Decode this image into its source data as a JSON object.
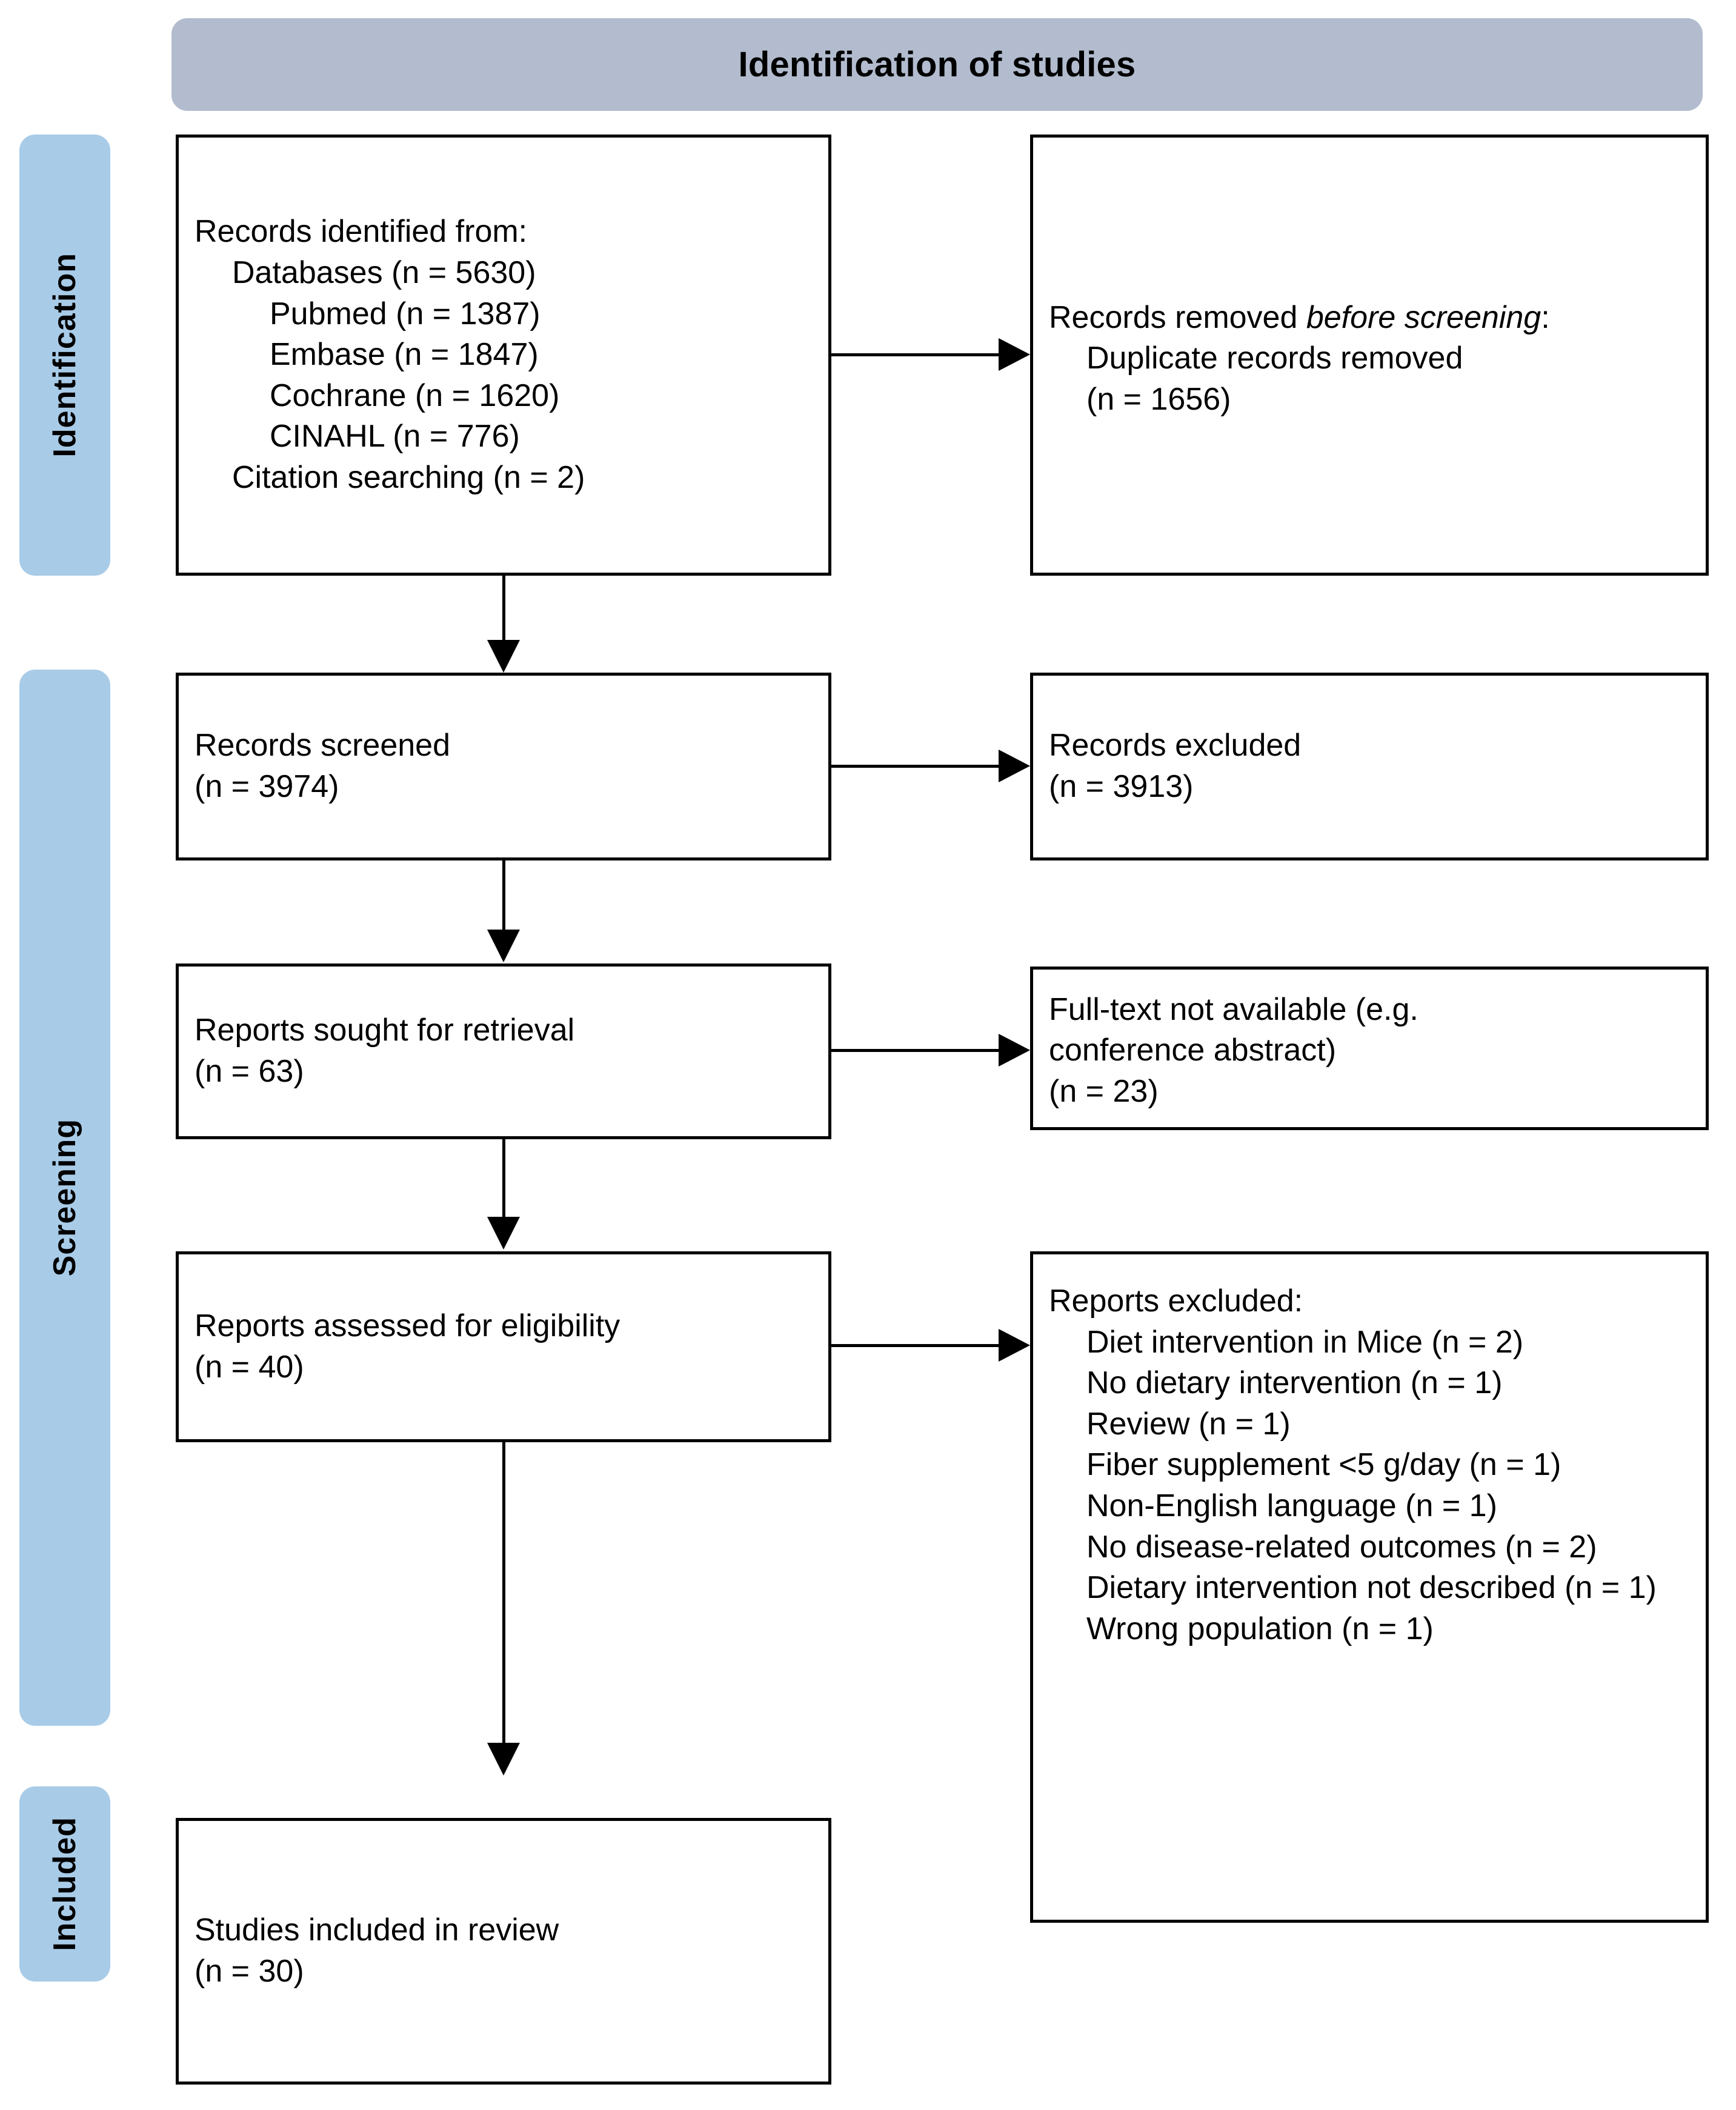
{
  "banner": {
    "title": "Identification of studies"
  },
  "rails": [
    {
      "id": "identification",
      "label": "Identification"
    },
    {
      "id": "screening",
      "label": "Screening"
    },
    {
      "id": "included",
      "label": "Included"
    }
  ],
  "boxes": {
    "identified": {
      "l0": "Records identified from:",
      "l1": "Databases (n = 5630)",
      "l2": "Pubmed (n = 1387)",
      "l3": "Embase (n = 1847)",
      "l4": "Cochrane (n = 1620)",
      "l5": "CINAHL (n = 776)",
      "l6": "Citation searching (n = 2)"
    },
    "removed": {
      "l0a": "Records removed ",
      "l0b": "before screening",
      "l0c": ":",
      "l1": "Duplicate records removed",
      "l2": "(n = 1656)"
    },
    "screened": {
      "l0": "Records screened",
      "l1": "(n = 3974)"
    },
    "excluded": {
      "l0": "Records excluded",
      "l1": "(n = 3913)"
    },
    "sought": {
      "l0": "Reports sought for retrieval",
      "l1": "(n = 63)"
    },
    "fulltext": {
      "l0": "Full-text not available (e.g.",
      "l1": "conference abstract)",
      "l2": "(n = 23)"
    },
    "assessed": {
      "l0": "Reports assessed for eligibility",
      "l1": "(n = 40)"
    },
    "reports_excluded": {
      "l0": "Reports excluded:",
      "l1": "Diet intervention in Mice (n = 2)",
      "l2": "No dietary intervention (n = 1)",
      "l3": "Review (n = 1)",
      "l4": "Fiber supplement <5 g/day (n = 1)",
      "l5": "Non-English language (n = 1)",
      "l6": "No disease-related outcomes (n = 2)",
      "l7": "Dietary intervention not described (n = 1)",
      "l8": "Wrong population (n = 1)"
    },
    "included": {
      "l0": "Studies included in review",
      "l1": "(n = 30)"
    }
  },
  "colors": {
    "banner_fill": "#b2bcce",
    "rail_fill": "#a8cbe8",
    "box_border": "#000000",
    "box_fill": "#ffffff",
    "text": "#000000"
  },
  "chart_data": {
    "type": "table",
    "title": "Identification of studies",
    "stages": [
      {
        "stage": "Identification",
        "flow": "Records identified from",
        "items": [
          {
            "label": "Databases",
            "n": 5630
          },
          {
            "label": "Pubmed",
            "n": 1387
          },
          {
            "label": "Embase",
            "n": 1847
          },
          {
            "label": "Cochrane",
            "n": 1620
          },
          {
            "label": "CINAHL",
            "n": 776
          },
          {
            "label": "Citation searching",
            "n": 2
          }
        ],
        "removed": [
          {
            "label": "Duplicate records removed",
            "n": 1656
          }
        ]
      },
      {
        "stage": "Screening",
        "flow": "Records screened",
        "n": 3974,
        "excluded": [
          {
            "label": "Records excluded",
            "n": 3913
          }
        ]
      },
      {
        "stage": "Screening",
        "flow": "Reports sought for retrieval",
        "n": 63,
        "excluded": [
          {
            "label": "Full-text not available (e.g. conference abstract)",
            "n": 23
          }
        ]
      },
      {
        "stage": "Screening",
        "flow": "Reports assessed for eligibility",
        "n": 40,
        "excluded": [
          {
            "label": "Diet intervention in Mice",
            "n": 2
          },
          {
            "label": "No dietary intervention",
            "n": 1
          },
          {
            "label": "Review",
            "n": 1
          },
          {
            "label": "Fiber supplement <5 g/day",
            "n": 1
          },
          {
            "label": "Non-English language",
            "n": 1
          },
          {
            "label": "No disease-related outcomes",
            "n": 2
          },
          {
            "label": "Dietary intervention not described",
            "n": 1
          },
          {
            "label": "Wrong population",
            "n": 1
          }
        ]
      },
      {
        "stage": "Included",
        "flow": "Studies included in review",
        "n": 30
      }
    ]
  }
}
